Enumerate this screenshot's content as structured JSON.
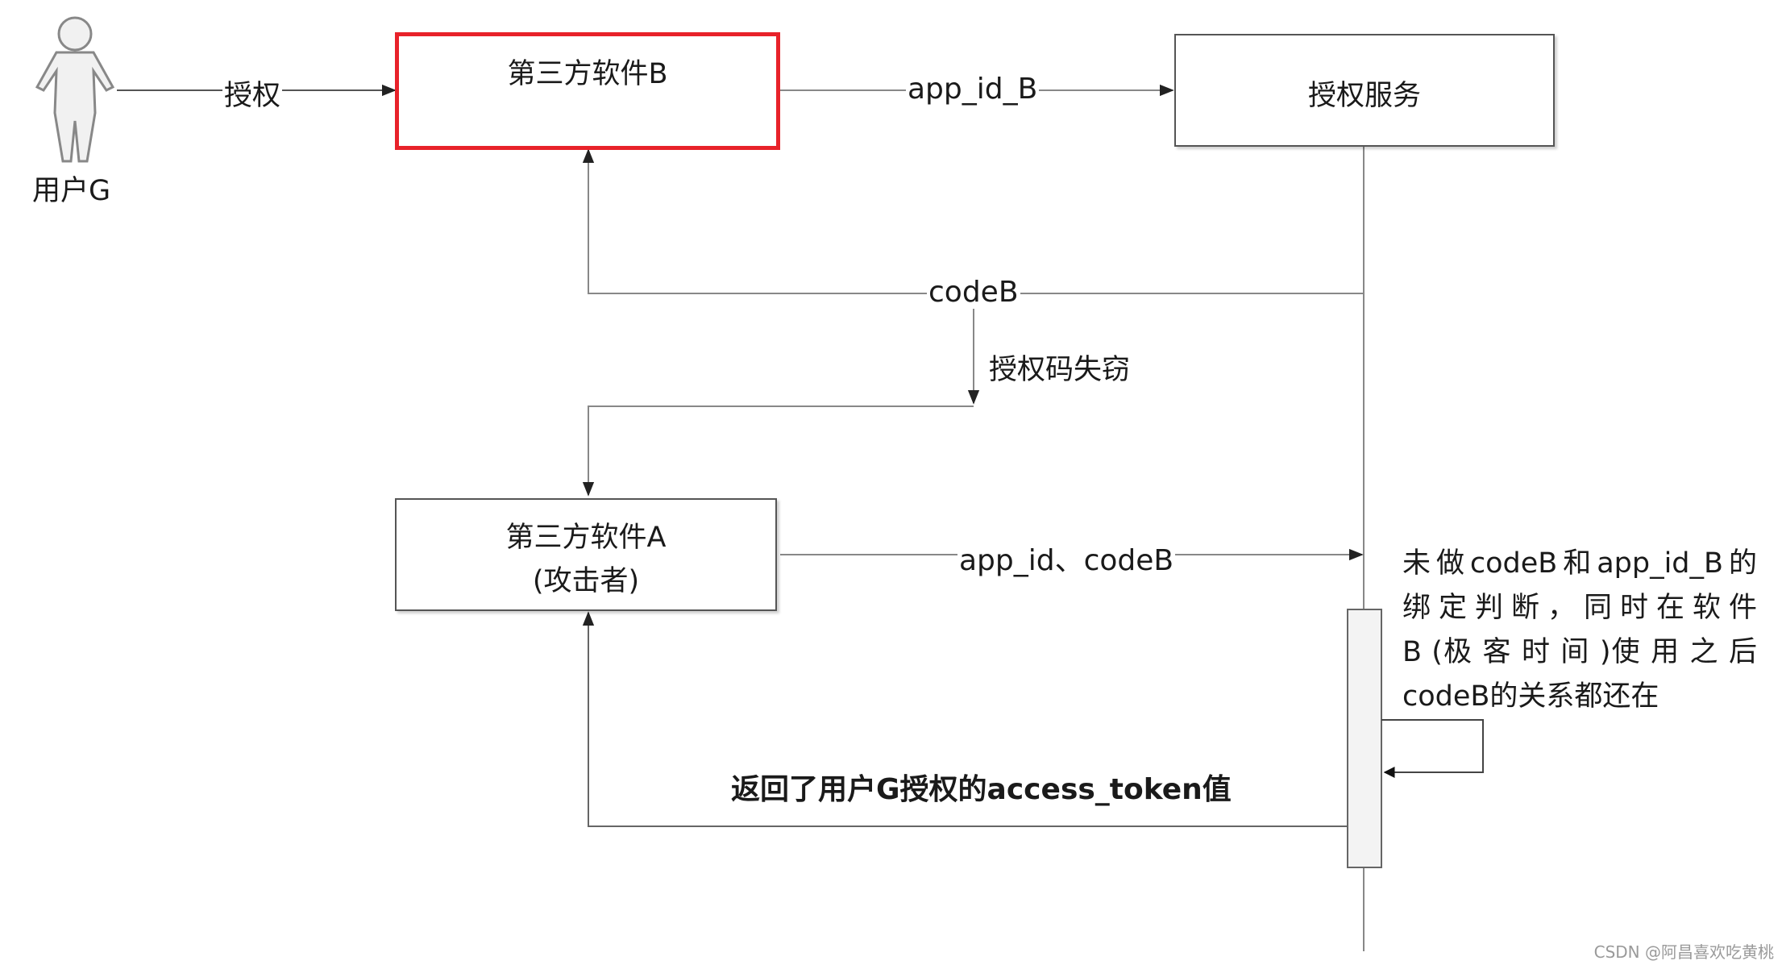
{
  "actors": {
    "user": {
      "label": "用户G",
      "icon": "person-icon"
    }
  },
  "boxes": {
    "software_b": {
      "title": "第三方软件B",
      "border_color": "#e8222a"
    },
    "auth_service": {
      "title": "授权服务"
    },
    "software_a": {
      "title_line1": "第三方软件A",
      "title_line2": "(攻击者)"
    }
  },
  "edges": {
    "authorize": "授权",
    "app_id_b": "app_id_B",
    "code_b": "codeB",
    "code_stolen": "授权码失窃",
    "app_id_code_b": "app_id、codeB",
    "return_token": "返回了用户G授权的access_token值"
  },
  "note": {
    "line1": "未做codeB和app_id_B的",
    "line2": "绑定判断，同时在软件",
    "line3": "B (极 客 时 间 )使 用 之 后",
    "line4": "codeB的关系都还在"
  },
  "watermark": "CSDN @阿昌喜欢吃黄桃"
}
